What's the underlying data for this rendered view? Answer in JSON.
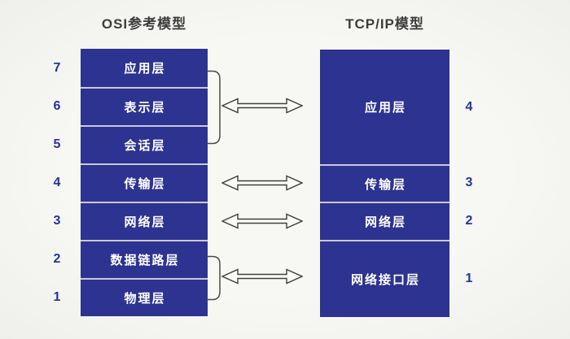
{
  "osi": {
    "title": "OSI参考模型",
    "layers": [
      {
        "number": "7",
        "label": "应用层"
      },
      {
        "number": "6",
        "label": "表示层"
      },
      {
        "number": "5",
        "label": "会话层"
      },
      {
        "number": "4",
        "label": "传输层"
      },
      {
        "number": "3",
        "label": "网络层"
      },
      {
        "number": "2",
        "label": "数据链路层"
      },
      {
        "number": "1",
        "label": "物理层"
      }
    ]
  },
  "tcpip": {
    "title": "TCP/IP模型",
    "layers": [
      {
        "number": "4",
        "label": "应用层",
        "spans_osi": [
          "应用层",
          "表示层",
          "会话层"
        ]
      },
      {
        "number": "3",
        "label": "传输层",
        "spans_osi": [
          "传输层"
        ]
      },
      {
        "number": "2",
        "label": "网络层",
        "spans_osi": [
          "网络层"
        ]
      },
      {
        "number": "1",
        "label": "网络接口层",
        "spans_osi": [
          "数据链路层",
          "物理层"
        ]
      }
    ]
  },
  "icons": {
    "arrow": "double-headed-arrow-icon",
    "bracket": "grouping-bracket"
  },
  "colors": {
    "layer_box_blue": "#2d3390",
    "layer_text": "#ffffff",
    "number_blue": "#24349c",
    "title_gray": "#3d3d3d",
    "background": "#f5f5f2",
    "separator": "#c9cad8",
    "arrow_outline": "#3f3f3f"
  }
}
